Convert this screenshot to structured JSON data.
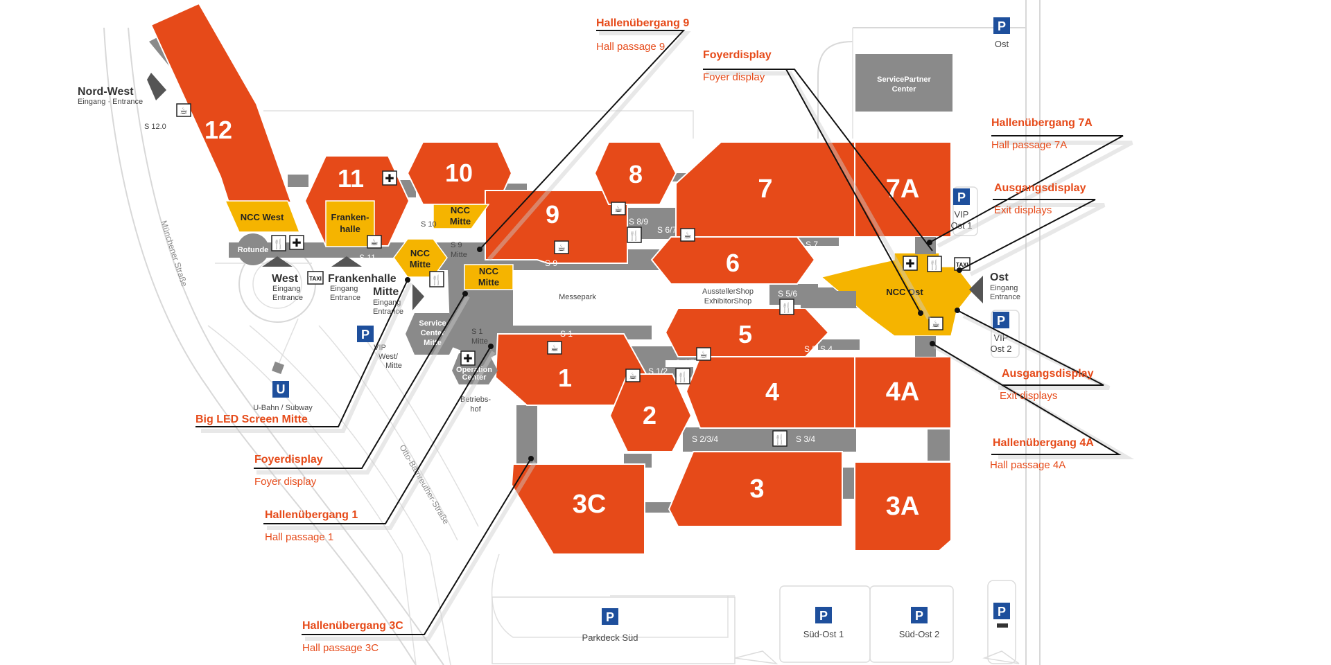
{
  "halls": {
    "h12": "12",
    "h11": "11",
    "h10": "10",
    "h9": "9",
    "h8": "8",
    "h7": "7",
    "h7a": "7A",
    "h6": "6",
    "h5": "5",
    "h4": "4",
    "h4a": "4A",
    "h1": "1",
    "h2": "2",
    "h3": "3",
    "h3a": "3A",
    "h3c": "3C"
  },
  "ncc": {
    "west": "NCC West",
    "mitte_a": [
      "NCC",
      "Mitte"
    ],
    "mitte_b": [
      "NCC",
      "Mitte"
    ],
    "mitte_c": [
      "NCC",
      "Mitte"
    ],
    "ost": "NCC Ost",
    "frankenhalle": [
      "Franken-",
      "halle"
    ]
  },
  "buildings": {
    "rotunde": "Rotunde",
    "service_partner": [
      "ServicePartner",
      "Center"
    ],
    "service_center": [
      "Service",
      "Center",
      "Mitte"
    ],
    "operation_center": [
      "Operation",
      "Center"
    ],
    "betriebshof": [
      "Betriebs-",
      "hof"
    ],
    "messepark": "Messepark",
    "aussteller_shop": [
      "AusstellerShop",
      "ExhibitorShop"
    ]
  },
  "corridors": {
    "s12": "S 12.0",
    "s11": "S 11",
    "s10": "S 10",
    "s9": "S 9",
    "s9mitte": [
      "S 9",
      "Mitte"
    ],
    "s89": "S 8/9",
    "s67": "S 6/7",
    "s7": "S 7",
    "s56": "S 5/6",
    "s5": "S 5",
    "s1": "S 1",
    "s1mitte": [
      "S 1",
      "Mitte"
    ],
    "s12b": "S 1/2",
    "s45": "S 4/5",
    "s4": "S 4",
    "s234": "S 2/3/4",
    "s34": "S 3/4"
  },
  "entrances": {
    "nord_west": {
      "title": "Nord-West",
      "sub": "Eingang · Entrance"
    },
    "west": {
      "title": "West",
      "sub": [
        "Eingang",
        "Entrance"
      ]
    },
    "frankenhalle": {
      "title": "Frankenhalle",
      "sub": [
        "Eingang",
        "Entrance"
      ]
    },
    "mitte": {
      "title": "Mitte",
      "sub": [
        "Eingang",
        "Entrance"
      ]
    },
    "ost": {
      "title": "Ost",
      "sub": [
        "Eingang",
        "Entrance"
      ]
    }
  },
  "streets": {
    "muenchener": "Münchener Straße",
    "otto": "Otto-Bärnreuther-Straße"
  },
  "transit": {
    "ubahn": "U-Bahn / Subway",
    "u_letter": "U"
  },
  "parking": {
    "p_letter": "P",
    "ost": "Ost",
    "vip_ost1": [
      "VIP",
      "Ost 1"
    ],
    "vip_ost2": [
      "VIP",
      "Ost 2"
    ],
    "vip_west_mitte": [
      "VIP",
      "West/",
      "Mitte"
    ],
    "parkdeck_sued": "Parkdeck Süd",
    "sued_ost1": "Süd-Ost 1",
    "sued_ost2": "Süd-Ost 2"
  },
  "icons": {
    "taxi": "TAXI",
    "coffee_icon": "coffee-icon",
    "restaurant_icon": "restaurant-icon",
    "first_aid_icon": "first-aid-icon"
  },
  "callouts": {
    "hallenuebergang_9": {
      "de": "Hallenübergang 9",
      "en": "Hall passage 9"
    },
    "foyerdisplay_top": {
      "de": "Foyerdisplay",
      "en": "Foyer display"
    },
    "hallenuebergang_7a": {
      "de": "Hallenübergang 7A",
      "en": "Hall passage 7A"
    },
    "ausgangsdisplay_top": {
      "de": "Ausgangsdisplay",
      "en": "Exit displays"
    },
    "ausgangsdisplay_bottom": {
      "de": "Ausgangsdisplay",
      "en": "Exit displays"
    },
    "hallenuebergang_4a": {
      "de": "Hallenübergang 4A",
      "en": "Hall passage 4A"
    },
    "big_led": {
      "de": "Big LED Screen Mitte"
    },
    "foyerdisplay_left": {
      "de": "Foyerdisplay",
      "en": "Foyer display"
    },
    "hallenuebergang_1": {
      "de": "Hallenübergang 1",
      "en": "Hall passage 1"
    },
    "hallenuebergang_3c": {
      "de": "Hallenübergang 3C",
      "en": "Hall passage 3C"
    }
  },
  "colors": {
    "hall": "#e64a19",
    "ncc": "#f5b400",
    "corridor": "#8a8a8a",
    "parking": "#1e4f9c",
    "callout_text": "#e64a19"
  }
}
